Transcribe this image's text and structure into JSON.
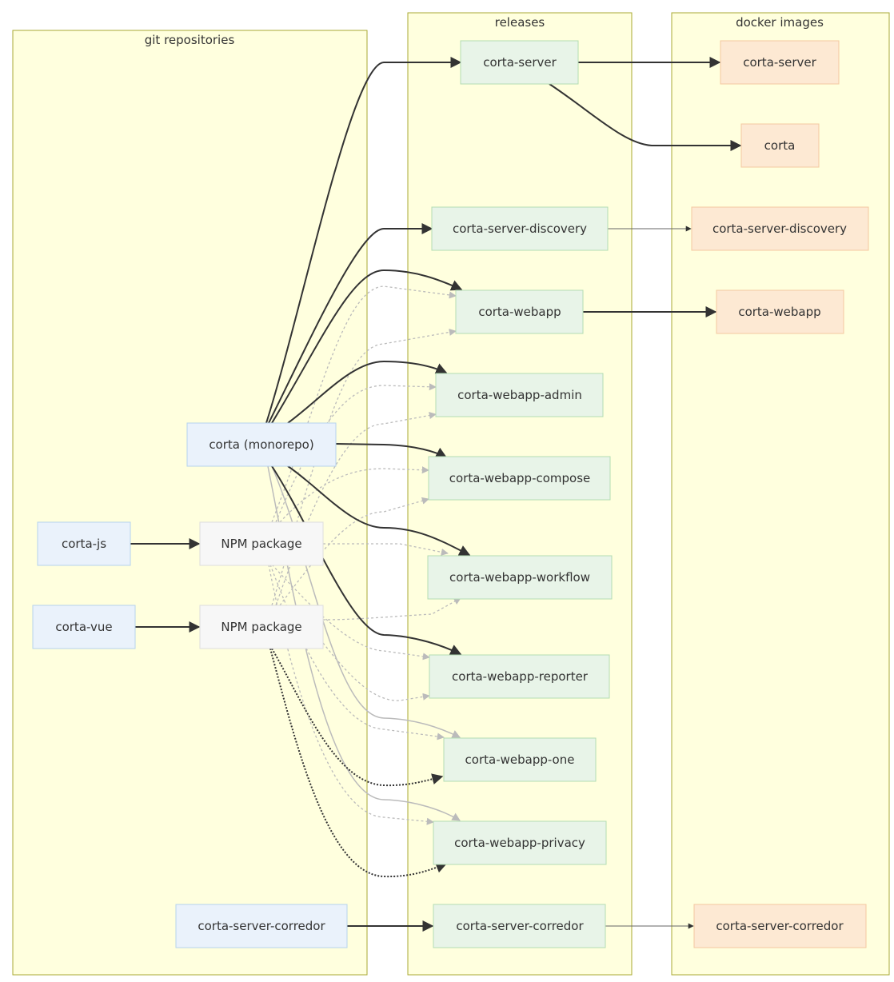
{
  "groups": {
    "git": {
      "label": "git repositories"
    },
    "releases": {
      "label": "releases"
    },
    "docker": {
      "label": "docker images"
    }
  },
  "nodes": {
    "corta_mono": "corta (monorepo)",
    "corta_js": "corta-js",
    "corta_vue": "corta-vue",
    "npm_js": "NPM package",
    "npm_vue": "NPM package",
    "corta_server_corredor_git": "corta-server-corredor",
    "rel_corta_server": "corta-server",
    "rel_corta_server_discovery": "corta-server-discovery",
    "rel_corta_webapp": "corta-webapp",
    "rel_corta_webapp_admin": "corta-webapp-admin",
    "rel_corta_webapp_compose": "corta-webapp-compose",
    "rel_corta_webapp_workflow": "corta-webapp-workflow",
    "rel_corta_webapp_reporter": "corta-webapp-reporter",
    "rel_corta_webapp_one": "corta-webapp-one",
    "rel_corta_webapp_privacy": "corta-webapp-privacy",
    "rel_corta_server_corredor": "corta-server-corredor",
    "dock_corta_server": "corta-server",
    "dock_corta": "corta",
    "dock_corta_server_discovery": "corta-server-discovery",
    "dock_corta_webapp": "corta-webapp",
    "dock_corta_server_corredor": "corta-server-corredor"
  },
  "colors": {
    "group_fill": "#ffffde",
    "group_stroke": "#aaaa33",
    "git_fill": "#eaf2fb",
    "npm_fill": "#f7f7f7",
    "release_fill": "#e8f4e8",
    "docker_fill": "#fde9d3",
    "edge_dark": "#333333",
    "edge_light": "#bbbbbb"
  }
}
